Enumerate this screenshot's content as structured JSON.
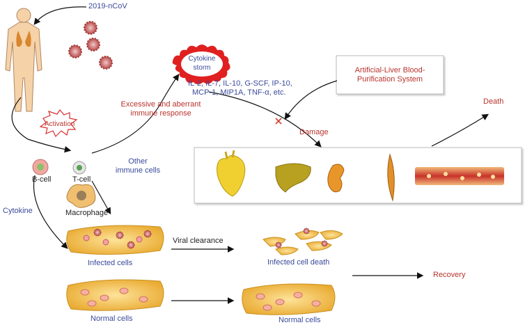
{
  "labels": {
    "virus": "2019-nCoV",
    "activation": "Activation",
    "storm_line1": "Cytokine",
    "storm_line2": "storm",
    "cytokines_line1": "IL-2, IL-7, IL-10, G-SCF, IP-10,",
    "cytokines_line2": "MCP-1, MIP1A, TNF-α, etc.",
    "excessive_line1": "Excessive and aberrant",
    "excessive_line2": "immune response",
    "alss_line1": "Artificial-Liver Blood-",
    "alss_line2": "Purification System",
    "damage": "Damage",
    "death": "Death",
    "b_cell": "B-cell",
    "t_cell": "T-cell",
    "other_line1": "Other",
    "other_line2": "immune cells",
    "macrophage": "Macrophage",
    "cytokine": "Cytokine",
    "viral_clearance": "Viral clearance",
    "infected_cells": "Infected cells",
    "infected_cell_death": "Infected cell death",
    "recovery": "Recovery",
    "normal_cells_left": "Normal cells",
    "normal_cells_right": "Normal cells"
  },
  "colors": {
    "label_blue": "#3a4a9a",
    "label_red": "#b8332c",
    "storm_red": "#e02020",
    "cell_yellow": "#f2c14a",
    "virus_red": "#c0504d"
  },
  "organs": [
    "heart-icon",
    "liver-icon",
    "kidney-icon",
    "muscle-icon",
    "blood-vessel-icon"
  ]
}
